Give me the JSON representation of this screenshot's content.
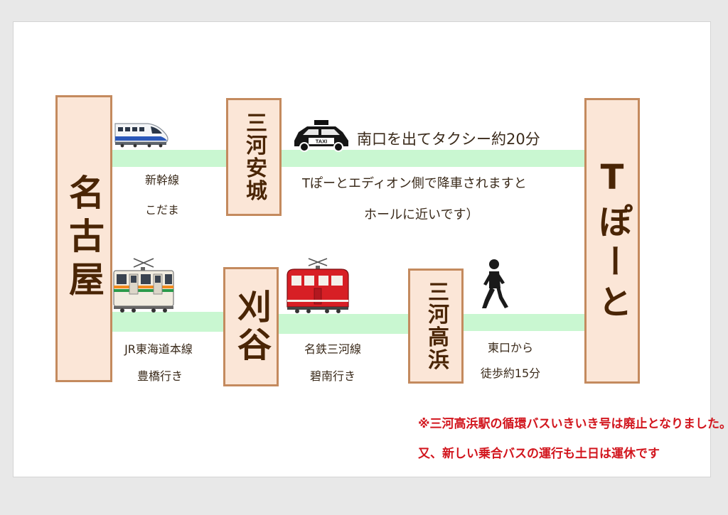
{
  "stations": {
    "nagoya": "名古屋",
    "mikawa_anjo": "三河安城",
    "kariya": "刈谷",
    "mikawa_takahama": "三河高浜",
    "tpoto": "Tぽーと"
  },
  "routes": {
    "shinkansen_line": "新幹線",
    "shinkansen_train": "こだま",
    "jr_line": "JR東海道本線",
    "jr_destination": "豊橋行き",
    "meitetsu_line": "名鉄三河線",
    "meitetsu_destination": "碧南行き",
    "walk_exit": "東口から",
    "walk_time": "徒歩約15分"
  },
  "taxi": {
    "text": "南口を出てタクシー約20分",
    "sign": "TAXI",
    "note_line1": "Tぽーとエディオン側で降車されますと",
    "note_line2": "ホールに近いです）"
  },
  "notices": {
    "line1": "※三河高浜駅の循環バスいきいき号は廃止となりました。",
    "line2": "又、新しい乗合バスの運行も土日は運休です"
  },
  "icons": {
    "shinkansen": "shinkansen-train-icon",
    "jr_train": "jr-train-icon",
    "meitetsu_train": "meitetsu-train-icon",
    "taxi": "taxi-icon",
    "walk": "walking-person-icon"
  },
  "colors": {
    "station_fill": "#fbe6d7",
    "station_border": "#c48a5e",
    "station_text": "#4a2505",
    "route_line": "#c9f7d1",
    "notice_red": "#d2161e",
    "meitetsu_red": "#d71f25"
  }
}
